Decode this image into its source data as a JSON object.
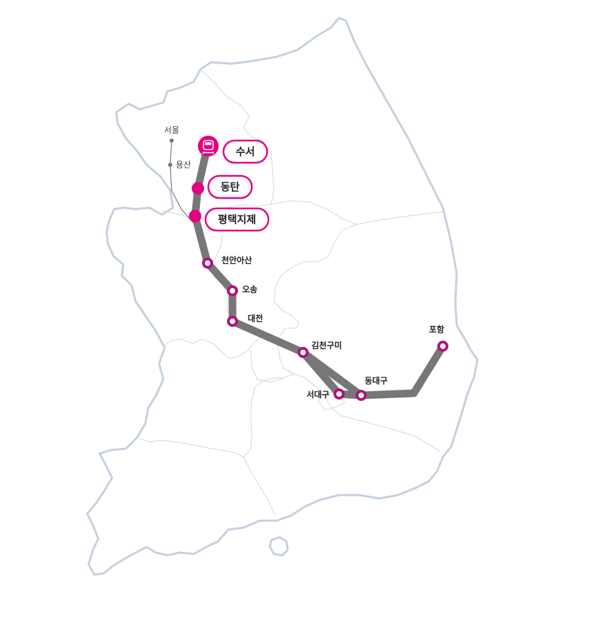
{
  "colors": {
    "coast": "#c4d0dd",
    "border": "#d2d6da",
    "route": "#777777",
    "accent": "#e4007f",
    "station_ring": "#b0127a",
    "other_line": "#777777"
  },
  "other_line": {
    "stations": [
      {
        "id": "seoul",
        "label": "서울"
      },
      {
        "id": "yongsan",
        "label": "용산"
      }
    ]
  },
  "srt_stations": [
    {
      "id": "suseo",
      "label": "수서",
      "type": "origin",
      "icon": "train-icon"
    },
    {
      "id": "dongtan",
      "label": "동탄",
      "type": "highlight"
    },
    {
      "id": "pyeongtaek",
      "label": "평택지제",
      "type": "highlight"
    }
  ],
  "stations": [
    {
      "id": "cheonan",
      "label": "천안아산"
    },
    {
      "id": "osong",
      "label": "오송"
    },
    {
      "id": "daejeon",
      "label": "대전"
    },
    {
      "id": "gimcheon",
      "label": "김천구미"
    },
    {
      "id": "seodaegu",
      "label": "서대구"
    },
    {
      "id": "dongdaegu",
      "label": "동대구"
    },
    {
      "id": "pohang",
      "label": "포항"
    }
  ]
}
